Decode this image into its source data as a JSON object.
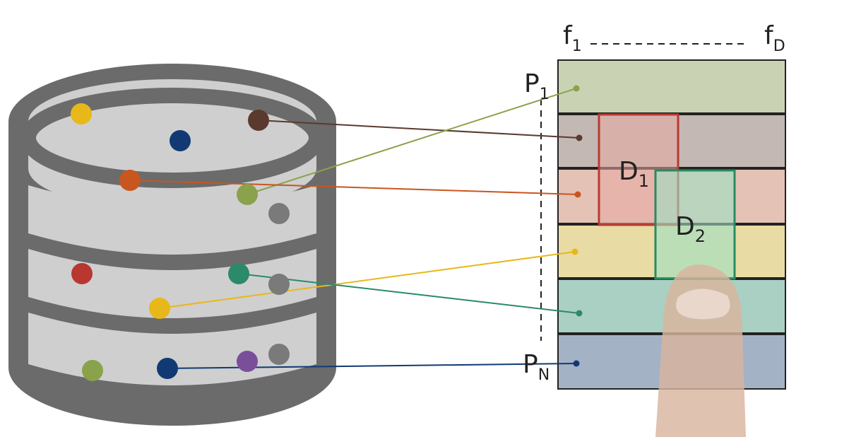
{
  "labels": {
    "f_first": "f",
    "f_first_sub": "1",
    "f_last": "f",
    "f_last_sub": "D",
    "p_first": "P",
    "p_first_sub": "1",
    "p_last": "P",
    "p_last_sub": "N",
    "d1": "D",
    "d1_sub": "1",
    "d2": "D",
    "d2_sub": "2"
  },
  "colors": {
    "cylinder_body": "#6b6b6b",
    "cylinder_fill": "#cfcfcf",
    "yellow": "#e8b81a",
    "navy": "#113a74",
    "brown": "#5a3a2e",
    "orange": "#c8561f",
    "olive": "#8aa24c",
    "gray": "#7a7a7a",
    "red": "#b8372f",
    "teal": "#2a8a6a",
    "purple": "#7a4f9a",
    "d1_border": "#b83a30",
    "d2_border": "#2a8a62",
    "row_p1": "#c9d3b4",
    "row_brown": "#c3b8b4",
    "row_orange": "#e4c2b5",
    "row_yellow": "#e8dba3",
    "row_teal": "#a9d0c3",
    "row_navy": "#a4b2c5"
  }
}
